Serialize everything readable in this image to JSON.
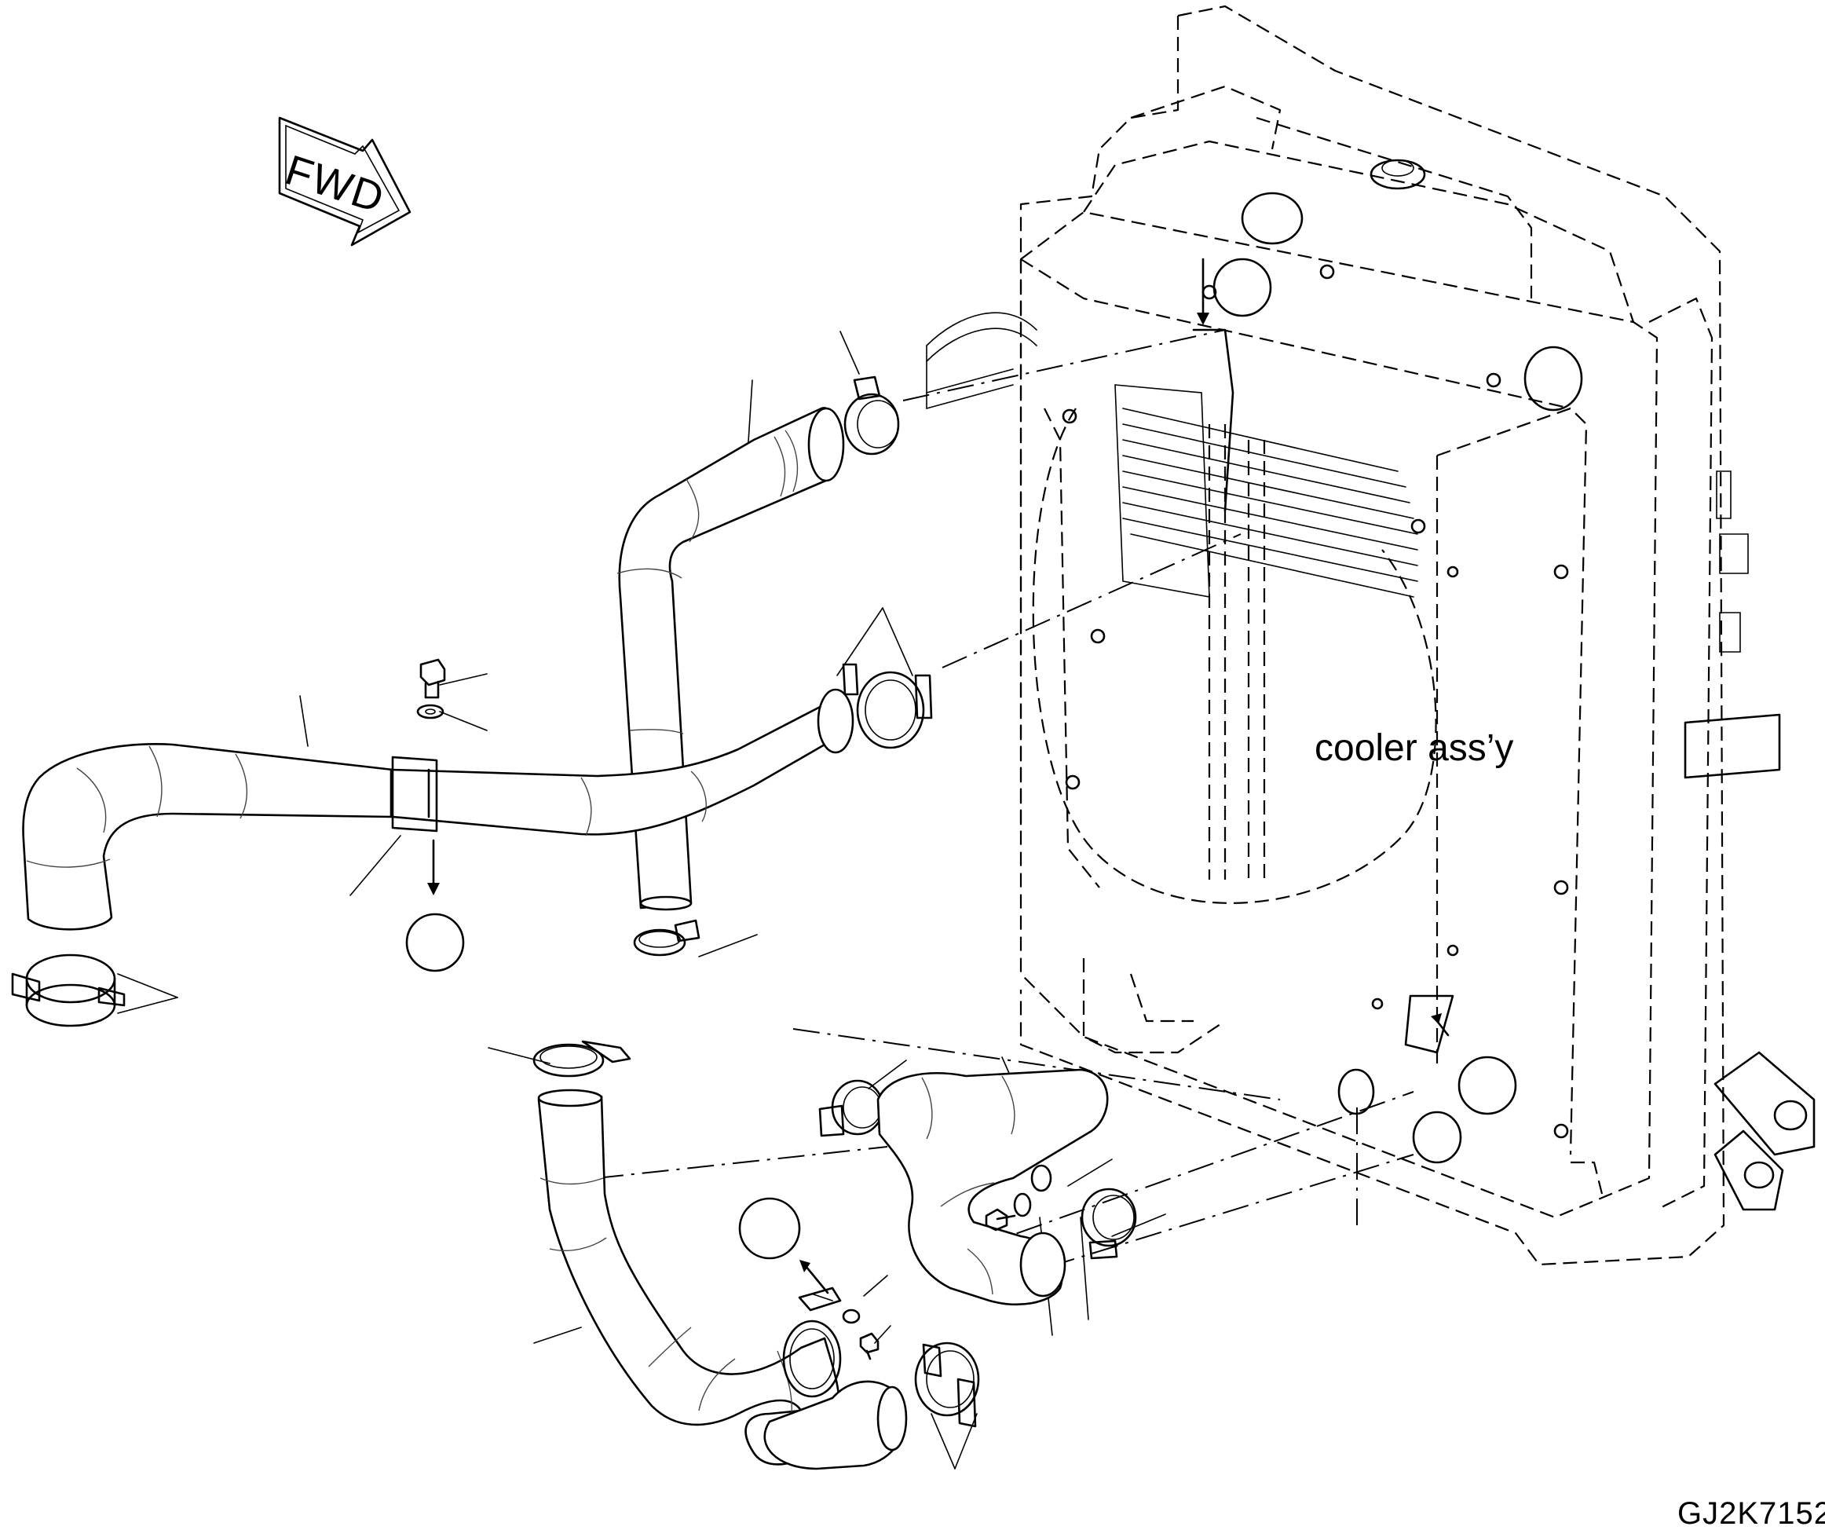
{
  "labels": {
    "fwd": "FWD",
    "cooler": "cooler ass’y",
    "drawing_code": "GJ2K7152"
  }
}
